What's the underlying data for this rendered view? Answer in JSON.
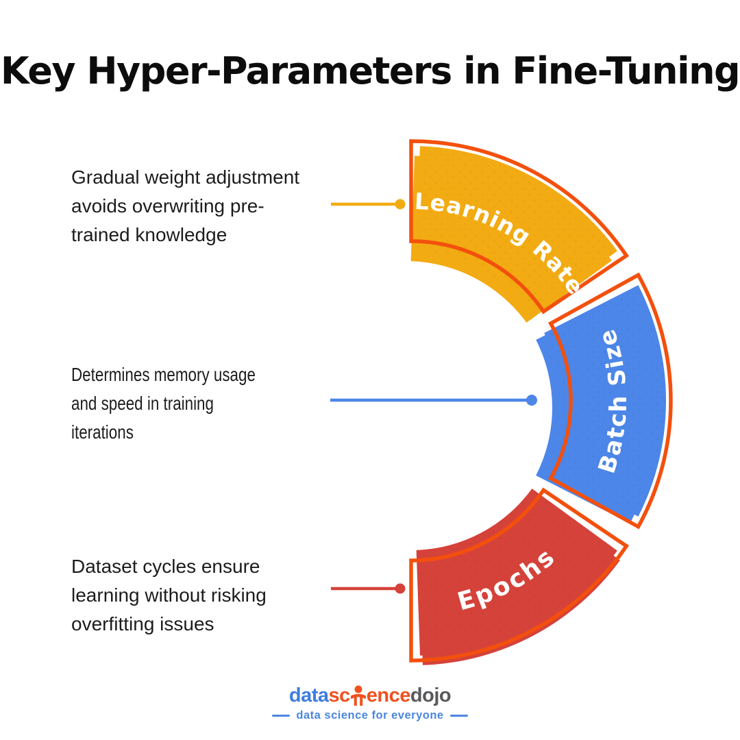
{
  "title": "Key Hyper-Parameters in Fine-Tuning",
  "colors": {
    "outline": "#F3500D",
    "yellow": "#F2AB12",
    "blue": "#4C86E8",
    "red": "#D5423A",
    "title_text": "#0C0C0C",
    "body_text": "#1C1C1E"
  },
  "segments": [
    {
      "label": "Learning Rate",
      "color": "#F2AB12",
      "desc_lines": [
        "Gradual weight adjustment",
        "avoids overwriting pre-",
        "trained knowledge"
      ]
    },
    {
      "label": "Batch Size",
      "color": "#4C86E8",
      "desc_lines": [
        "Determines memory usage",
        "and speed in training",
        "iterations"
      ]
    },
    {
      "label": "Epochs",
      "color": "#D5423A",
      "desc_lines": [
        "Dataset cycles ensure",
        "learning without risking",
        "overfitting issues"
      ]
    }
  ],
  "logo": {
    "part_data": "data",
    "part_sci_left": "sc",
    "part_sci_right": "ence",
    "part_dojo": "dojo",
    "tagline": "data science for everyone",
    "blue": "#3E7EDE",
    "orange": "#F0511E",
    "gray": "#58595B"
  }
}
